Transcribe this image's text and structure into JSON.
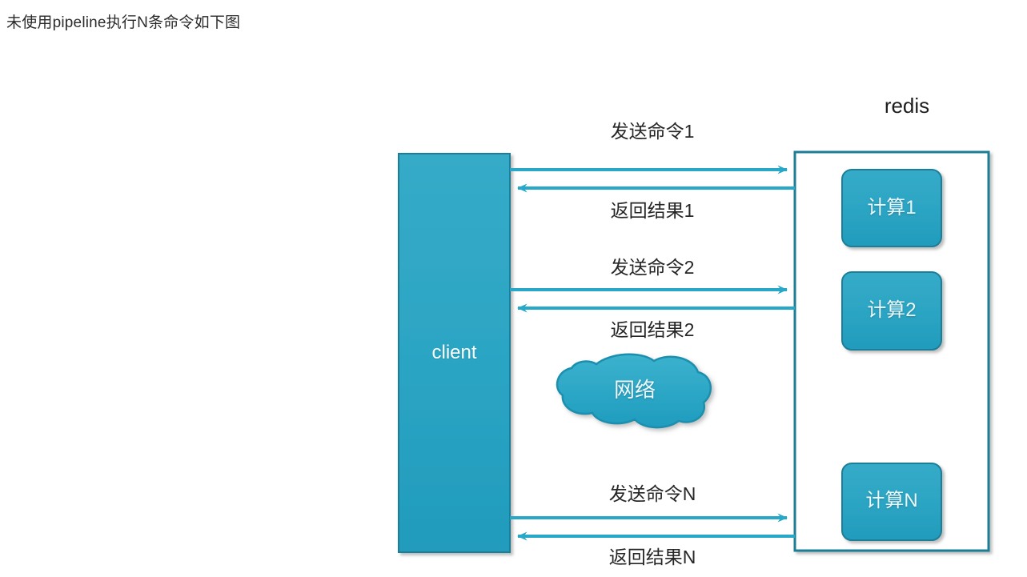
{
  "page": {
    "title": "未使用pipeline执行N条命令如下图",
    "background": "#ffffff"
  },
  "colors": {
    "teal_fill": "#2ba4c3",
    "teal_stroke": "#1b7e97",
    "arrow": "#27a8c8",
    "border": "#1d7e96",
    "cloud_fill": "#2ba8c6",
    "text": "#222222"
  },
  "diagram": {
    "type": "sequence-diagram",
    "nodes": {
      "client": {
        "label": "client",
        "shape": "rectangle"
      },
      "redis": {
        "label": "redis",
        "shape": "rectangle-outline",
        "items": [
          {
            "label": "计算1",
            "name": "compute-1"
          },
          {
            "label": "计算2",
            "name": "compute-2"
          },
          {
            "label": "计算N",
            "name": "compute-n"
          }
        ]
      },
      "network": {
        "label": "网络",
        "shape": "cloud"
      }
    },
    "flows": [
      {
        "label": "发送命令1",
        "direction": "client-to-redis",
        "name": "send-command-1"
      },
      {
        "label": "返回结果1",
        "direction": "redis-to-client",
        "name": "return-result-1"
      },
      {
        "label": "发送命令2",
        "direction": "client-to-redis",
        "name": "send-command-2"
      },
      {
        "label": "返回结果2",
        "direction": "redis-to-client",
        "name": "return-result-2"
      },
      {
        "label": "发送命令N",
        "direction": "client-to-redis",
        "name": "send-command-n"
      },
      {
        "label": "返回结果N",
        "direction": "redis-to-client",
        "name": "return-result-n"
      }
    ]
  }
}
